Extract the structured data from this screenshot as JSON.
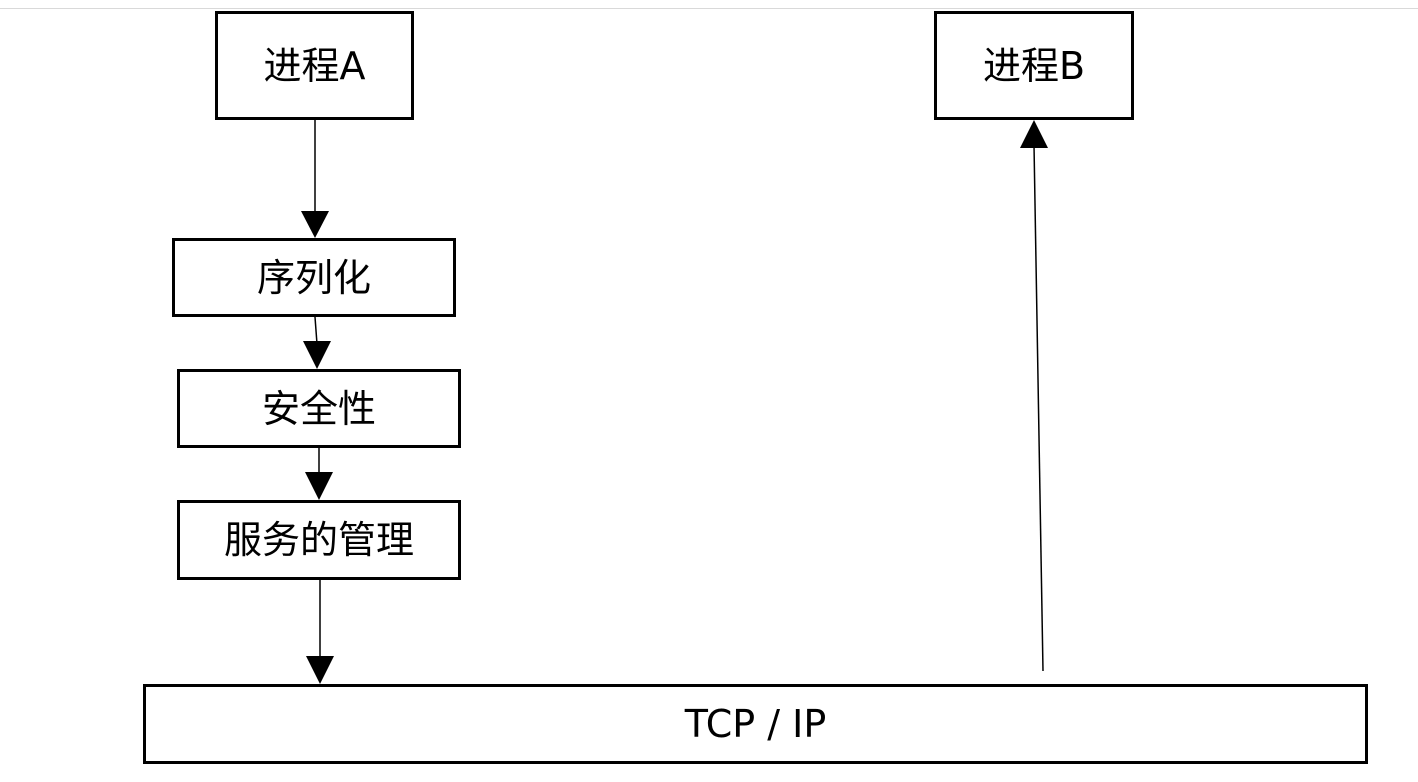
{
  "diagram": {
    "nodes": {
      "process_a": "进程A",
      "process_b": "进程B",
      "serialization": "序列化",
      "security": "安全性",
      "service_management": "服务的管理",
      "transport": "TCP / IP"
    },
    "edges": [
      {
        "from": "process_a",
        "to": "serialization"
      },
      {
        "from": "serialization",
        "to": "security"
      },
      {
        "from": "security",
        "to": "service_management"
      },
      {
        "from": "service_management",
        "to": "transport"
      },
      {
        "from": "transport",
        "to": "process_b"
      }
    ],
    "colors": {
      "stroke": "#000000",
      "background": "#ffffff",
      "top_rule": "#d9d9d9"
    }
  }
}
